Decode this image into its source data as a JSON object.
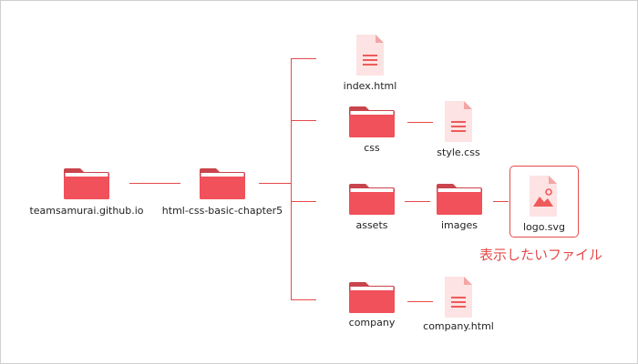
{
  "nodes": {
    "root": {
      "label": "teamsamurai.github.io",
      "icon": "folder-icon"
    },
    "project": {
      "label": "html-css-basic-chapter5",
      "icon": "folder-icon"
    },
    "index": {
      "label": "index.html",
      "icon": "document-icon"
    },
    "css": {
      "label": "css",
      "icon": "folder-icon"
    },
    "style": {
      "label": "style.css",
      "icon": "document-icon"
    },
    "assets": {
      "label": "assets",
      "icon": "folder-icon"
    },
    "images": {
      "label": "images",
      "icon": "folder-icon"
    },
    "logo": {
      "label": "logo.svg",
      "icon": "image-file-icon"
    },
    "company": {
      "label": "company",
      "icon": "folder-icon"
    },
    "company_html": {
      "label": "company.html",
      "icon": "document-icon"
    }
  },
  "annotation": {
    "text": "表示したいファイル"
  },
  "colors": {
    "accent": "#e64a4a",
    "folder": "#f0515a",
    "folder_back": "#c9444c",
    "file": "#fde3e3",
    "file_fold": "#f4a4a4",
    "file_lines": "#ee5a5a"
  }
}
